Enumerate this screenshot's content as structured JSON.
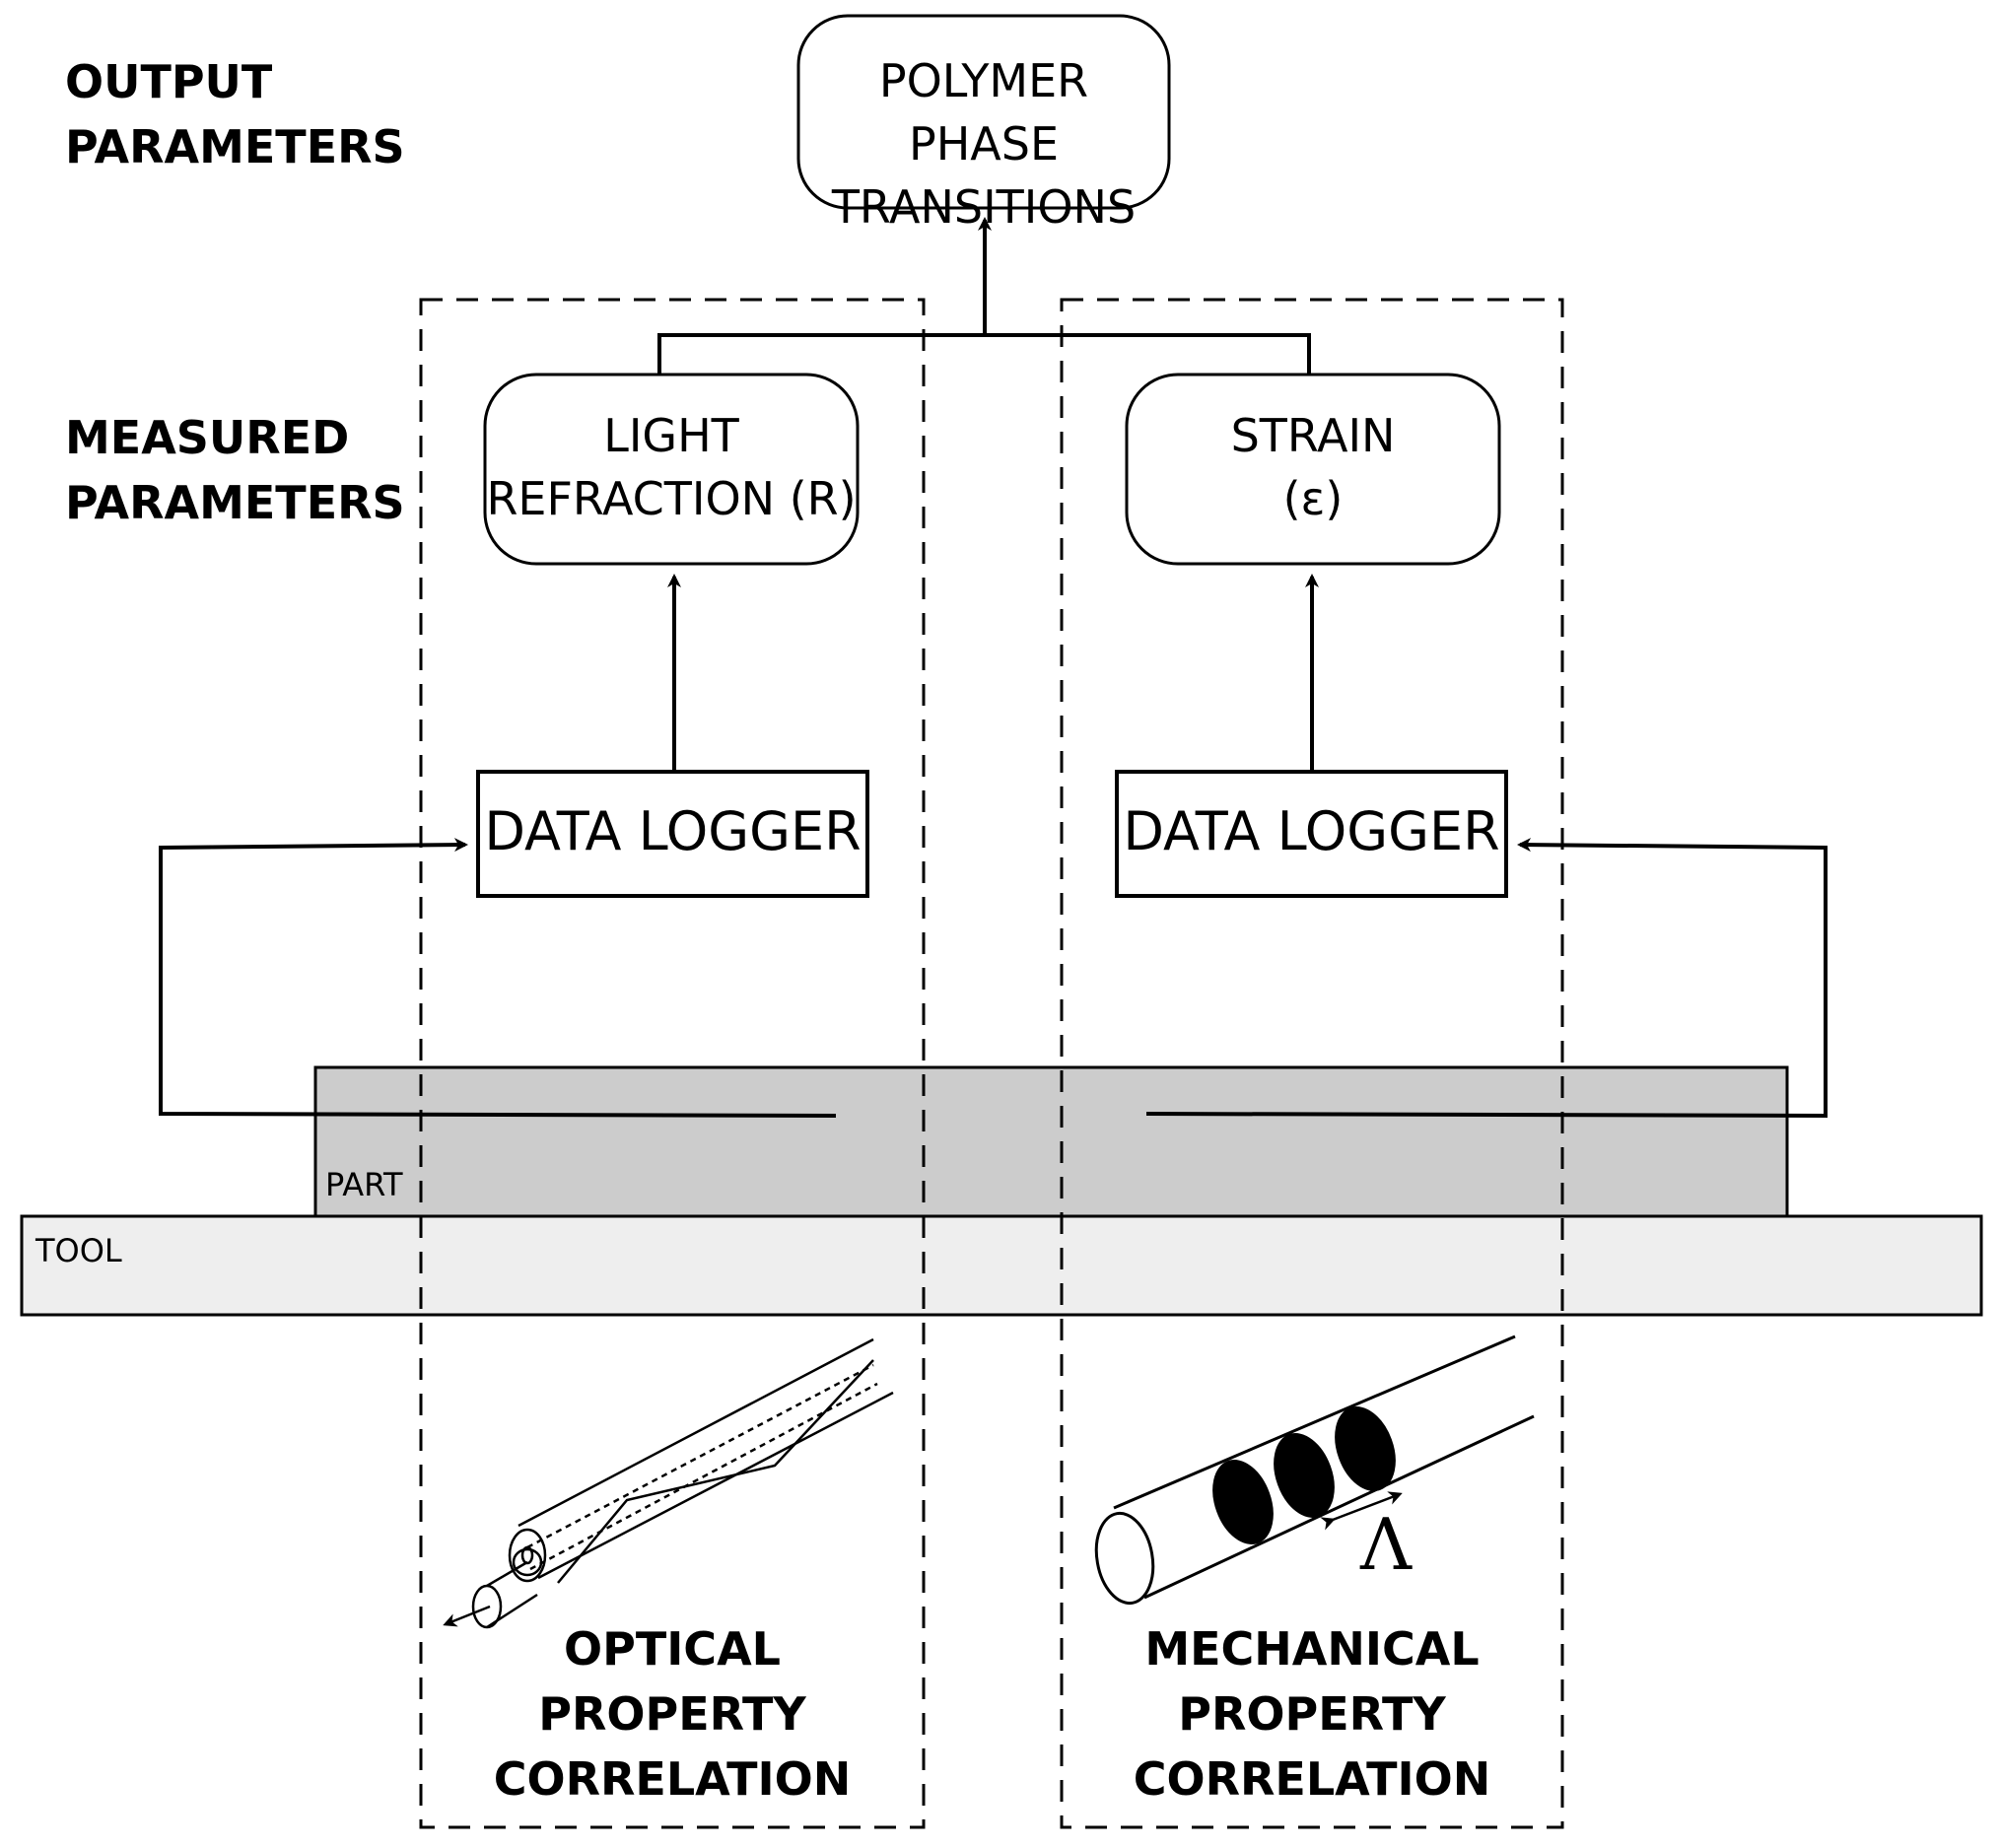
{
  "labels": {
    "output_parameters": [
      "OUTPUT",
      "PARAMETERS"
    ],
    "measured_parameters": [
      "MEASURED",
      "PARAMETERS"
    ]
  },
  "nodes": {
    "polymer_phase": [
      "POLYMER PHASE",
      "TRANSITIONS"
    ],
    "light_refraction": [
      "LIGHT",
      "REFRACTION (R)"
    ],
    "strain": [
      "STRAIN",
      "(ε)"
    ],
    "data_logger_left": "DATA LOGGER",
    "data_logger_right": "DATA LOGGER"
  },
  "layers": {
    "part": "PART",
    "tool": "TOOL"
  },
  "bottom": {
    "optical": [
      "OPTICAL",
      "PROPERTY",
      "CORRELATION"
    ],
    "mechanical": [
      "MECHANICAL",
      "PROPERTY",
      "CORRELATION"
    ],
    "grating_period": "Λ"
  },
  "colors": {
    "part_fill": "#cccccc",
    "tool_fill": "#eeeeee",
    "stroke": "#000000"
  }
}
